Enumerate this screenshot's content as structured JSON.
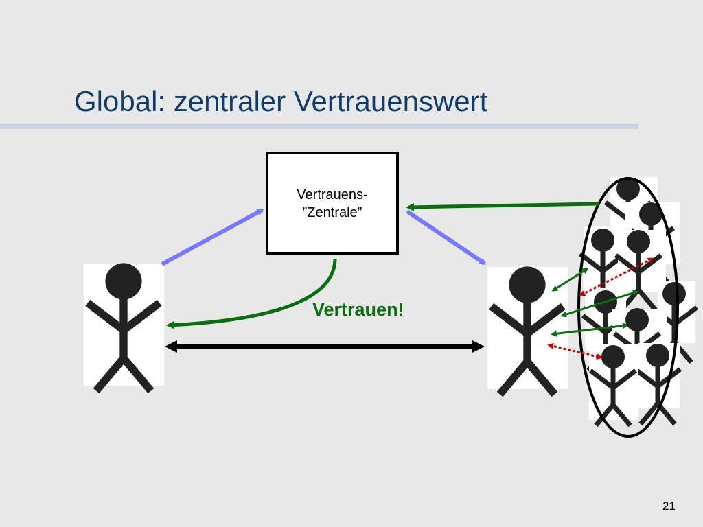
{
  "slide": {
    "title": "Global: zentraler Vertrauenswert",
    "page_number": "21"
  },
  "diagram": {
    "center_box": {
      "line1": "Vertrauens-",
      "line2": "”Zentrale”"
    },
    "trust_label": "Vertrauen!",
    "colors": {
      "request_arrow": "#7777ff",
      "trust_arrow": "#0a6e10",
      "dispute_arrow": "#cc0000",
      "interaction_arrow": "#000000"
    }
  }
}
